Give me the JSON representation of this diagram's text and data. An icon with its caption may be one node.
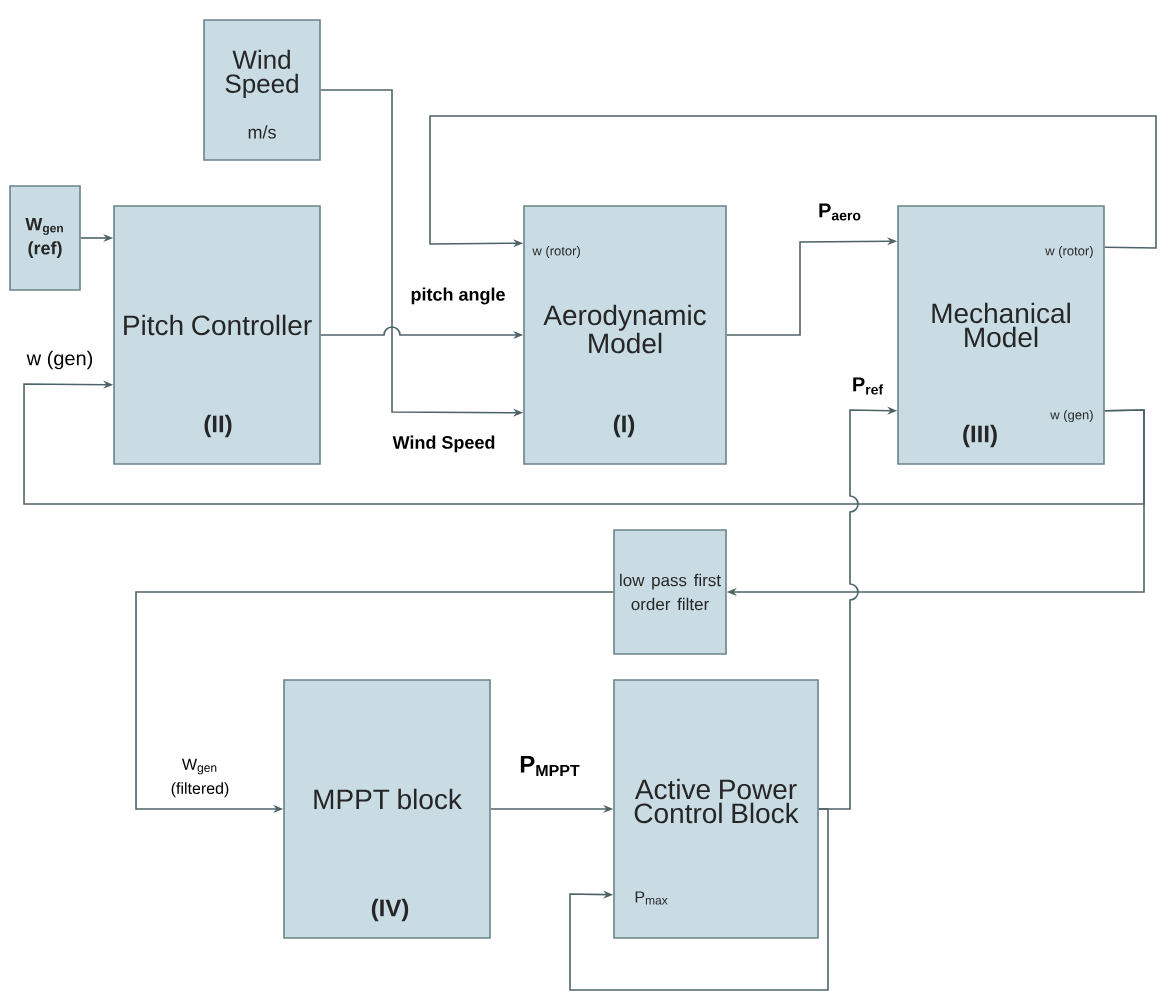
{
  "diagram": {
    "nodes": [
      {
        "text": [
          "Wind Speed",
          "m/s"
        ]
      },
      {
        "text": [
          "W$_{gen}$ (ref)"
        ]
      },
      {
        "text": [
          "Pitch Controller",
          "(II)"
        ]
      },
      {
        "text": [
          "w (rotor)",
          "Aerodynamic Model",
          "(I)"
        ]
      },
      {
        "text": [
          "w (rotor)",
          "Mechanical Model",
          "(III)",
          "w (gen)"
        ]
      },
      {
        "text": [
          "low pass first order filter"
        ]
      },
      {
        "text": [
          "MPPT block",
          "(IV)"
        ]
      },
      {
        "text": [
          "Active Power Control Block",
          "P$_{max}$"
        ]
      }
    ],
    "edges": [
      {
        "from": 0,
        "to": 3,
        "arrow": "to",
        "label": "Wind Speed"
      },
      {
        "from": 1,
        "to": 2,
        "arrow": "to"
      },
      {
        "from": 2,
        "to": 3,
        "arrow": "to",
        "label": "pitch angle"
      },
      {
        "from": 3,
        "to": 4,
        "arrow": "to",
        "label": "P$_{aero}$"
      },
      {
        "from": 4,
        "to": 3,
        "arrow": "to"
      },
      {
        "from": 4,
        "to": 2,
        "arrow": "to",
        "label": "w (gen)"
      },
      {
        "from": 4,
        "to": 5,
        "arrow": "to"
      },
      {
        "from": 5,
        "to": 6,
        "arrow": "to",
        "label": "W$_{gen}$ (filtered)"
      },
      {
        "from": 6,
        "to": 7,
        "arrow": "to",
        "label": "P$_{MPPT}$"
      },
      {
        "from": 7,
        "to": 4,
        "arrow": "to",
        "label": "P$_{ref}$"
      },
      {
        "from": 7,
        "to": 7,
        "arrow": "to"
      }
    ]
  }
}
